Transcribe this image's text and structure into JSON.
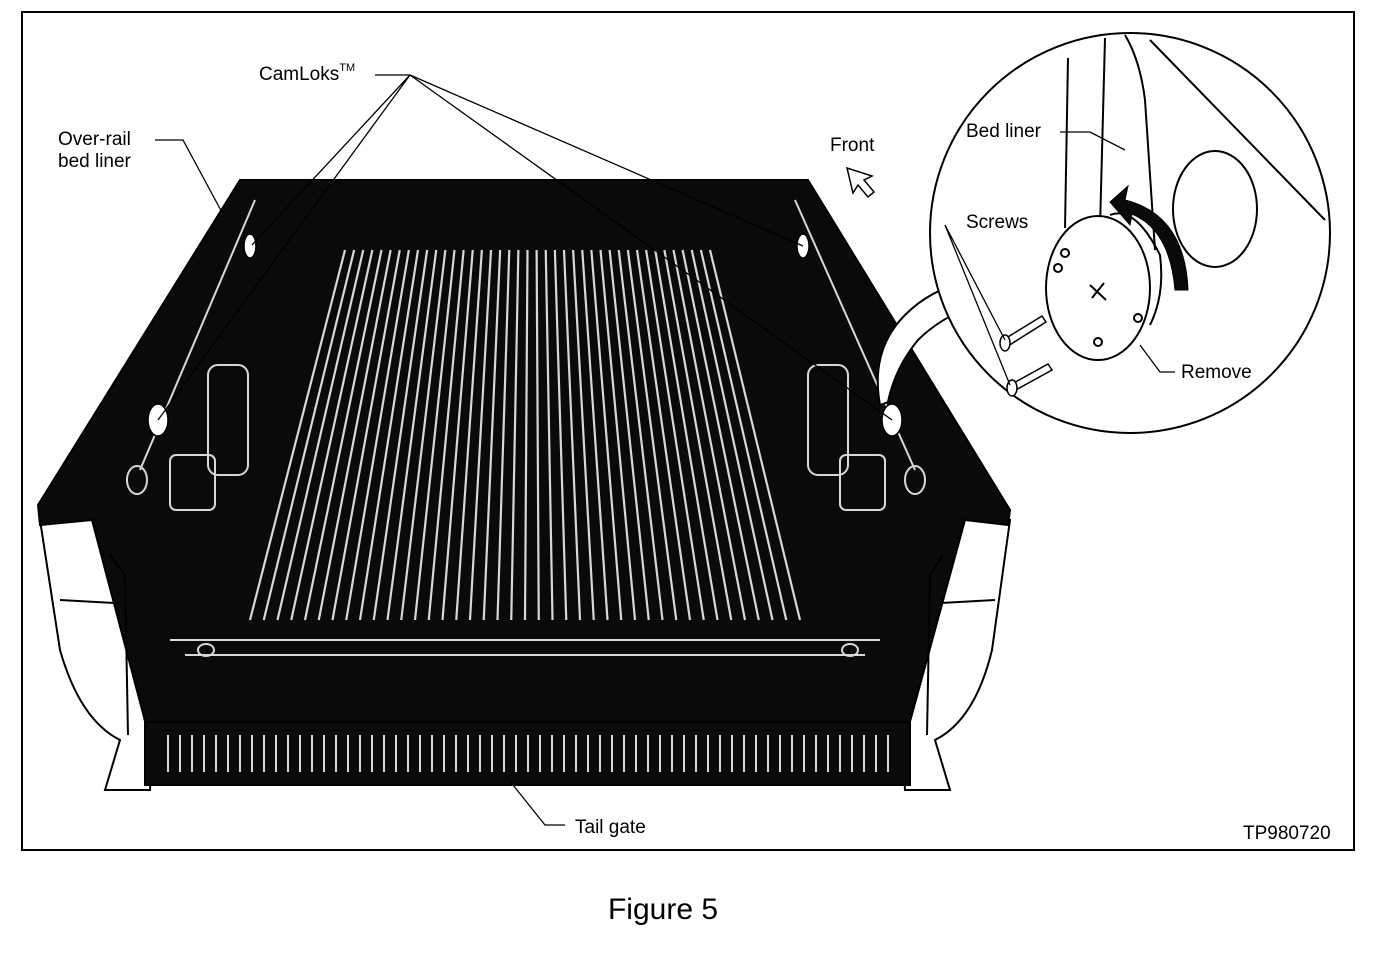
{
  "figure": {
    "caption": "Figure 5",
    "code": "TP980720"
  },
  "labels": {
    "camloks": "CamLoks",
    "trademark": "TM",
    "over_rail_line1": "Over-rail",
    "over_rail_line2": "bed liner",
    "front": "Front",
    "bed_liner": "Bed liner",
    "screws": "Screws",
    "remove": "Remove",
    "tail_gate": "Tail gate"
  },
  "colors": {
    "ink": "#000000",
    "paper": "#ffffff",
    "liner": "#0a0a0a",
    "rib": "#d8d8d8"
  }
}
